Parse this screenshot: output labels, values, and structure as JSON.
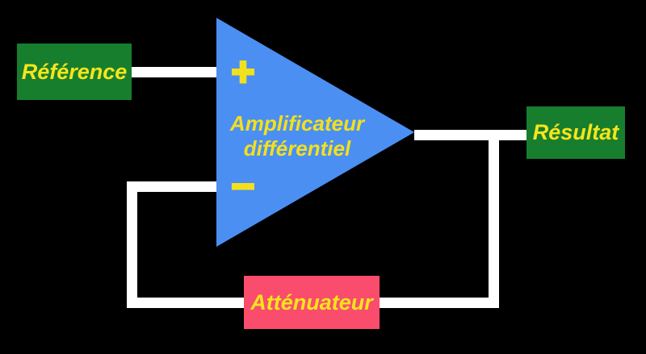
{
  "diagram": {
    "title": "differential-amplifier-feedback-loop",
    "colors": {
      "background": "#000000",
      "wire": "#ffffff",
      "box_green": "#177e2e",
      "box_pink": "#fa4c6c",
      "triangle_blue": "#4b8ff2",
      "text_yellow": "#f3e01d"
    },
    "blocks": {
      "reference": {
        "label": "Référence"
      },
      "amplifier": {
        "label_line1": "Amplificateur",
        "label_line2": "différentiel",
        "plus_sign": "+",
        "minus_sign": "−"
      },
      "result": {
        "label": "Résultat"
      },
      "attenuator": {
        "label": "Atténuateur"
      }
    }
  }
}
